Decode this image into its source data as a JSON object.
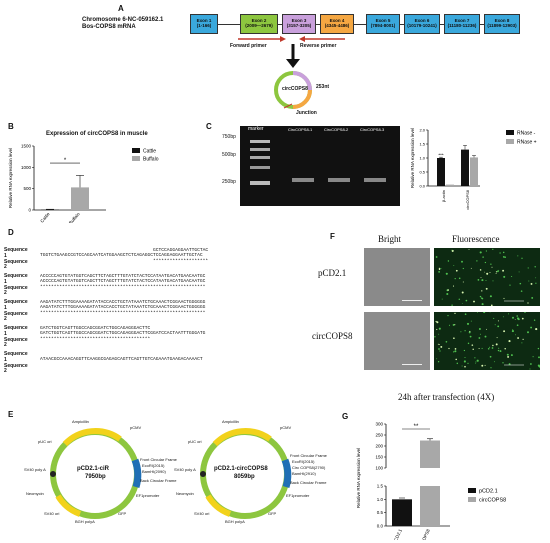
{
  "panels": {
    "a": "A",
    "b": "B",
    "c": "C",
    "d": "D",
    "e": "E",
    "f": "F",
    "g": "G"
  },
  "panel_a": {
    "chromosome": "Chromosome 6-NC-059162.1",
    "mrna": "Bos-COPS8 mRNA",
    "exons": [
      {
        "label": "Exon 1",
        "range": "(1-166)",
        "color": "#3aa8dc"
      },
      {
        "label": "Exon 2",
        "range": "(2009—2679)",
        "color": "#8dc63f"
      },
      {
        "label": "Exon 3",
        "range": "(3157-3205)",
        "color": "#c9a0dc"
      },
      {
        "label": "Exon 4",
        "range": "(4345-4486)",
        "color": "#f5a742"
      },
      {
        "label": "Exon 5",
        "range": "(7894-8001)",
        "color": "#3aa8dc"
      },
      {
        "label": "Exon 6",
        "range": "(10179-10241)",
        "color": "#3aa8dc"
      },
      {
        "label": "Exon 7",
        "range": "(11180-11236)",
        "color": "#3aa8dc"
      },
      {
        "label": "Exon 8",
        "range": "(11899-12903)",
        "color": "#3aa8dc"
      }
    ],
    "forward_primer": "Forward primer",
    "reverse_primer": "Reverse primer",
    "circ_label": "circCOPS8",
    "circ_size": "253nt",
    "junction": "Junction"
  },
  "panel_b": {
    "chart_data": {
      "type": "bar",
      "title": "Expression of circCOPS8 in muscle",
      "ylabel": "Relative RNA expression level",
      "categories": [
        "Cattle",
        "Buffalo"
      ],
      "values": [
        8,
        530
      ],
      "errors": [
        10,
        280
      ],
      "ylim": [
        0,
        1500
      ],
      "yticks": [
        0,
        500,
        1000,
        1500
      ],
      "legend": [
        "Cattle",
        "Buffalo"
      ],
      "significance": "*",
      "colors": [
        "#111111",
        "#a8a8a8"
      ]
    }
  },
  "panel_c_gel": {
    "marker": "marker",
    "lanes": [
      "CircCOPS8-1",
      "CircCOPS8-2",
      "CircCOPS8-3"
    ],
    "sizes": [
      "750bp",
      "500bp",
      "250bp"
    ]
  },
  "panel_c_bar": {
    "chart_data": {
      "type": "bar",
      "ylabel": "Relative RNA expression level",
      "categories": [
        "β-actin",
        "circCOPS8"
      ],
      "series": [
        {
          "name": "RNase -",
          "values": [
            1.0,
            1.3
          ]
        },
        {
          "name": "RNase +",
          "values": [
            0.05,
            1.02
          ]
        }
      ],
      "errors": [
        [
          0.03,
          0.15
        ],
        [
          0.0,
          0.07
        ]
      ],
      "ylim": [
        0,
        2.0
      ],
      "yticks": [
        0.0,
        0.5,
        1.0,
        1.5,
        2.0
      ],
      "significance": "***",
      "colors": [
        "#111111",
        "#a8a8a8"
      ]
    }
  },
  "panel_d": {
    "blocks": [
      {
        "s1": "Sequence 1",
        "s2": "Sequence 2",
        "l1": "                                         GCTCCAGGAGGAATTGCTAC",
        "l2": "TGGTCTGAAGCCGTCCAGCAATCATGGAAGCTCTCAGAGGCTCCAGGAGGAATTGCTAC",
        "st": "                                         ********************"
      },
      {
        "s1": "Sequence 1",
        "s2": "Sequence 2",
        "l1": "ACCCCCAGTGTATGGTCAGCTTCTAGCTTTGTATCTACTCCATAATGACATGAACAATGC",
        "l2": "ACCCCCAGTGTATGGTCAGCTTCTAGCTTTGTATCTACTCCATAATGACATGAACAATGC",
        "st": "************************************************************"
      },
      {
        "s1": "Sequence 1",
        "s2": "Sequence 2",
        "l1": "AAGATATCTTTGGAAAAGATATACCACCTGCTATAAATCTGCAAACTCGGAACTGGGGGG",
        "l2": "AAGATATCTTTGGAAAAGATATACCACCTGCTATAAATCTGCAAACTCGGAACTGGGGGG",
        "st": "************************************************************"
      },
      {
        "s1": "Sequence 1",
        "s2": "Sequence 2",
        "l1": "GATCTGGTCAGTTGGCCAGCGGATCTGGCAGAGGGACTTC",
        "l2": "GATCTGGTCAGTTGGCCAGCGGATCTGGCAGAGGGACTTCGGATCCACTAATTTGGGATG",
        "st": "****************************************"
      },
      {
        "s1": "Sequence 1",
        "s2": "Sequence 2",
        "l1": "",
        "l2": "ATAACGCCAAACAGGTTCAAGGCGAGAGCAGTTCAGTTGTCAGAAATGAAGACAAAACT",
        "st": ""
      }
    ]
  },
  "panel_e": {
    "plasmid1": {
      "name": "pCD2.1-ciR",
      "size": "7950bp"
    },
    "plasmid2": {
      "name": "pCD2.1-circCOPS8",
      "size": "8059bp"
    },
    "features": {
      "ampicillin": "Ampicillin",
      "pcmv": "pCMV",
      "pcori": "pUC ori",
      "sv40pa": "SV40 poly A",
      "neomycin": "Neomycin",
      "sv40ori": "SV40 ori",
      "bghpa": "BGH polyA",
      "gfp": "GFP",
      "ef1": "EF1promoter",
      "front": "Front Circular Frame",
      "back": "Back Circular Frame",
      "ecor": "EcoRI(2015)",
      "bam": "BamHI(2090)",
      "ecor2": "EcoRI(2015)",
      "insert": "Circ COPS8(2790)",
      "bam2": "BamHI(2910)"
    }
  },
  "panel_f": {
    "bright": "Bright",
    "fluorescence": "Fluorescence",
    "row1": "pCD2.1",
    "row2": "circCOPS8",
    "caption": "24h after transfection (4X)"
  },
  "panel_g": {
    "chart_data": {
      "type": "bar",
      "ylabel": "Relative RNA expression level",
      "categories": [
        "pCD2.1",
        "circCOPS8"
      ],
      "values": [
        1.0,
        225
      ],
      "errors": [
        0.05,
        8
      ],
      "yticks": [
        0.0,
        0.5,
        1.0,
        1.5,
        100,
        150,
        200,
        250,
        300
      ],
      "axis_break": true,
      "legend": [
        "pCD2.1",
        "circCOPS8"
      ],
      "significance": "**",
      "colors": [
        "#111111",
        "#a8a8a8"
      ]
    }
  }
}
